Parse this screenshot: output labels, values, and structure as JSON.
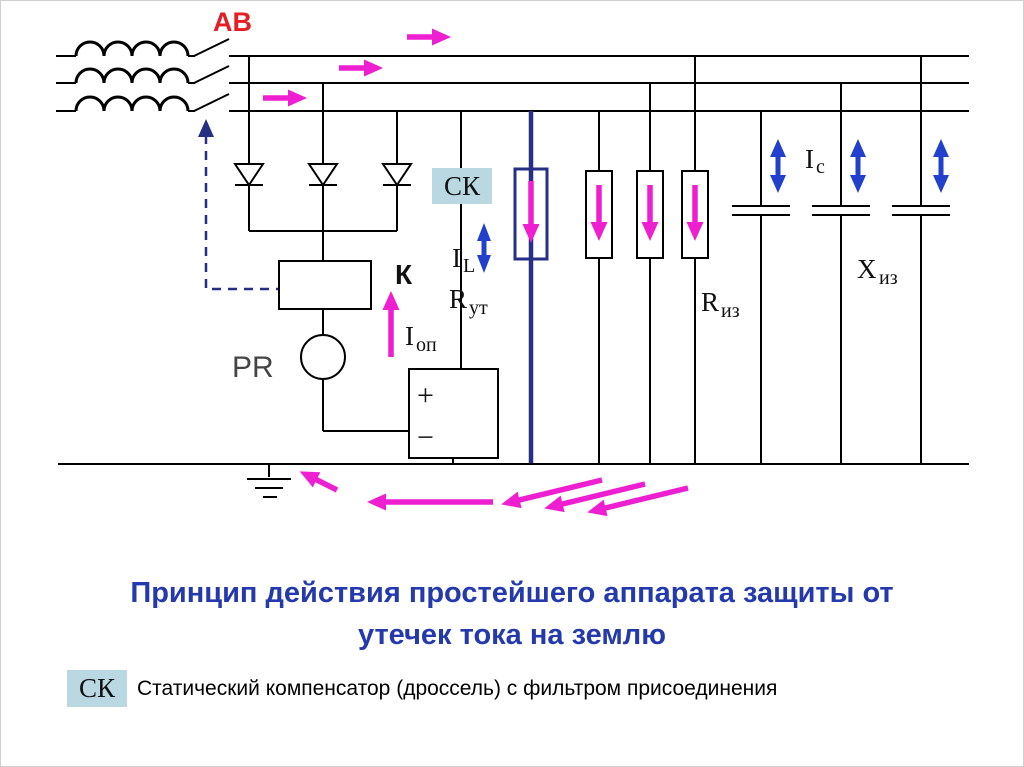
{
  "colors": {
    "magenta_arrow": "#ee1fd0",
    "blue_arrow": "#2240cc",
    "navy_line": "#252f85",
    "breaker_red": "#e31e24",
    "sk_box_blue": "#b9d8e2",
    "title_blue": "#2439ac"
  },
  "labels": {
    "av": "АВ",
    "sk": "СК",
    "k": "К",
    "pr": "PR",
    "plus": "+",
    "minus": "−",
    "i_l": {
      "base": "I",
      "sub": "L"
    },
    "r_ut": {
      "base": "R",
      "sub": "ут"
    },
    "i_op": {
      "base": "I",
      "sub": "оп"
    },
    "r_iz": {
      "base": "R",
      "sub": "из"
    },
    "x_iz": {
      "base": "Х",
      "sub": "из"
    },
    "i_c": {
      "base": "I",
      "sub": "c"
    }
  },
  "title": {
    "line1": "Принцип действия простейшего аппарата защиты от",
    "line2": "утечек тока на землю"
  },
  "legend": {
    "sk": "СК",
    "text": "Статический компенсатор (дроссель) с фильтром присоединения"
  }
}
